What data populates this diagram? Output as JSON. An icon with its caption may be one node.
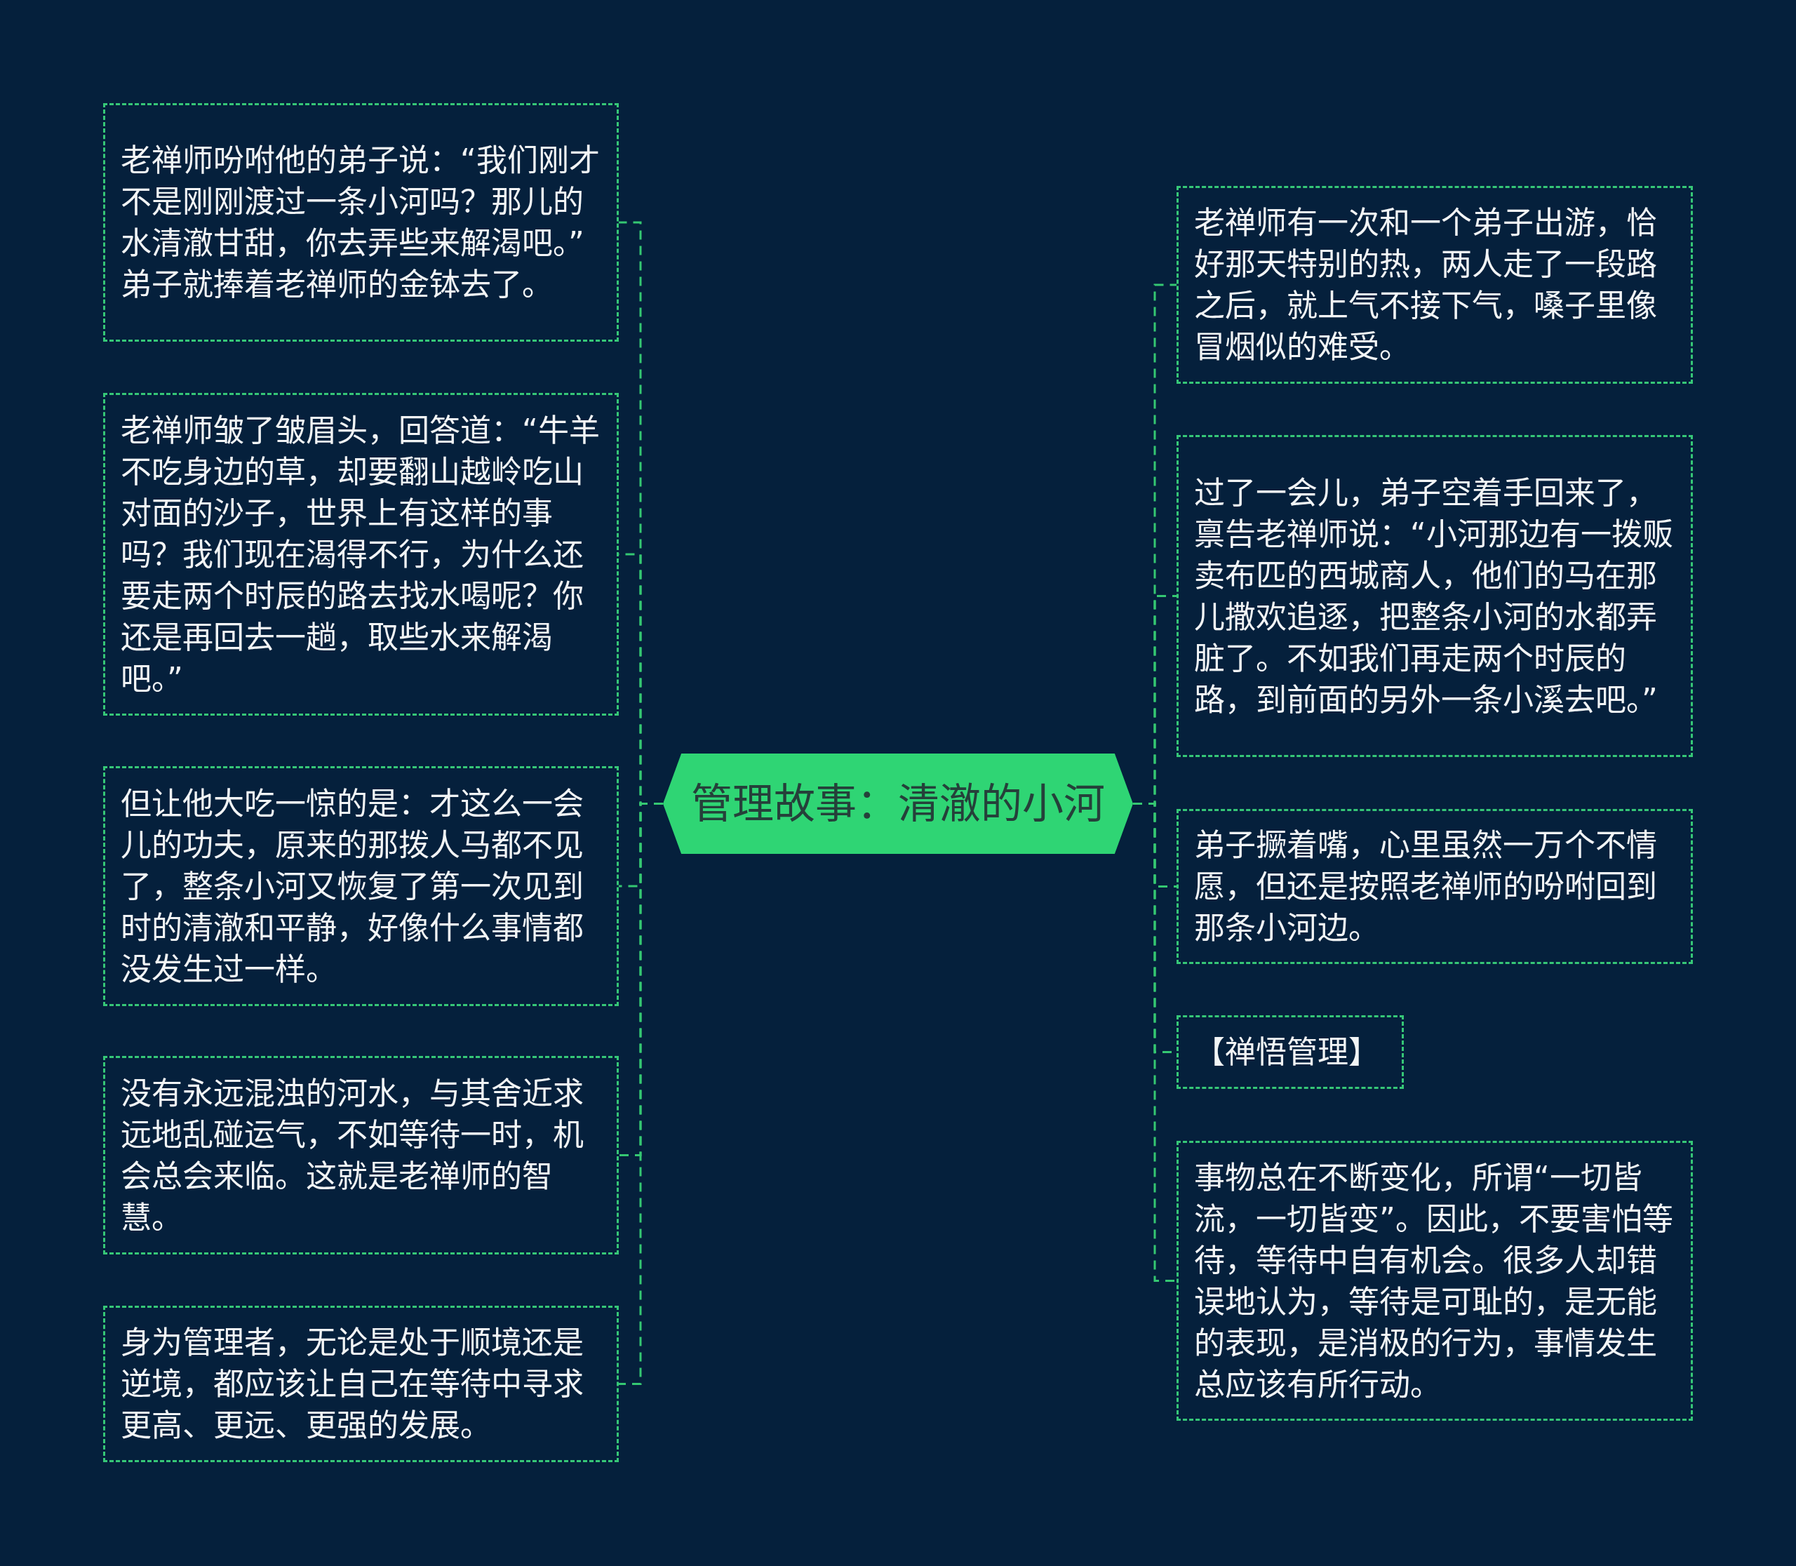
{
  "diagram": {
    "nodes": [
      {
        "text": [
          "管理故事：清澈的小河"
        ]
      },
      {
        "text": [
          "老禅师吩咐他的弟子说：“我们刚才不是刚刚渡过一条小河吗？那儿的水清澈甘甜，你去弄些来解渴吧。”弟子就捧着老禅师的金钵去了。"
        ]
      },
      {
        "text": [
          "老禅师皱了皱眉头，回答道：“牛羊不吃身边的草，却要翻山越岭吃山对面的沙子，世界上有这样的事吗？我们现在渴得不行，为什么还要走两个时辰的路去找水喝呢？你还是再回去一趟，取些水来解渴吧。”"
        ]
      },
      {
        "text": [
          "但让他大吃一惊的是：才这么一会儿的功夫，原来的那拨人马都不见了，整条小河又恢复了第一次见到时的清澈和平静，好像什么事情都没发生过一样。"
        ]
      },
      {
        "text": [
          "没有永远混浊的河水，与其舍近求远地乱碰运气，不如等待一时，机会总会来临。这就是老禅师的智慧。"
        ]
      },
      {
        "text": [
          "身为管理者，无论是处于顺境还是逆境，都应该让自己在等待中寻求更高、更远、更强的发展。"
        ]
      },
      {
        "text": [
          "老禅师有一次和一个弟子出游，恰好那天特别的热，两人走了一段路之后，就上气不接下气，嗓子里像冒烟似的难受。"
        ]
      },
      {
        "text": [
          "过了一会儿，弟子空着手回来了，禀告老禅师说：“小河那边有一拨贩卖布匹的西城商人，他们的马在那儿撒欢追逐，把整条小河的水都弄脏了。不如我们再走两个时辰的路，到前面的另外一条小溪去吧。”"
        ]
      },
      {
        "text": [
          "弟子撅着嘴，心里虽然一万个不情愿，但还是按照老禅师的吩咐回到那条小河边。"
        ]
      },
      {
        "text": [
          "【禅悟管理】"
        ]
      },
      {
        "text": [
          "事物总在不断变化，所谓“一切皆流，一切皆变”。因此，不要害怕等待，等待中自有机会。很多人却错误地认为，等待是可耻的，是无能的表现，是消极的行为，事情发生总应该有所行动。"
        ]
      }
    ],
    "edges": [
      {
        "from": 0,
        "to": 1,
        "arrow": "none",
        "style": "dashed"
      },
      {
        "from": 0,
        "to": 2,
        "arrow": "none",
        "style": "dashed"
      },
      {
        "from": 0,
        "to": 3,
        "arrow": "none",
        "style": "dashed"
      },
      {
        "from": 0,
        "to": 4,
        "arrow": "none",
        "style": "dashed"
      },
      {
        "from": 0,
        "to": 5,
        "arrow": "none",
        "style": "dashed"
      },
      {
        "from": 0,
        "to": 6,
        "arrow": "none",
        "style": "dashed"
      },
      {
        "from": 0,
        "to": 7,
        "arrow": "none",
        "style": "dashed"
      },
      {
        "from": 0,
        "to": 8,
        "arrow": "none",
        "style": "dashed"
      },
      {
        "from": 0,
        "to": 9,
        "arrow": "none",
        "style": "dashed"
      },
      {
        "from": 0,
        "to": 10,
        "arrow": "none",
        "style": "dashed"
      }
    ]
  }
}
